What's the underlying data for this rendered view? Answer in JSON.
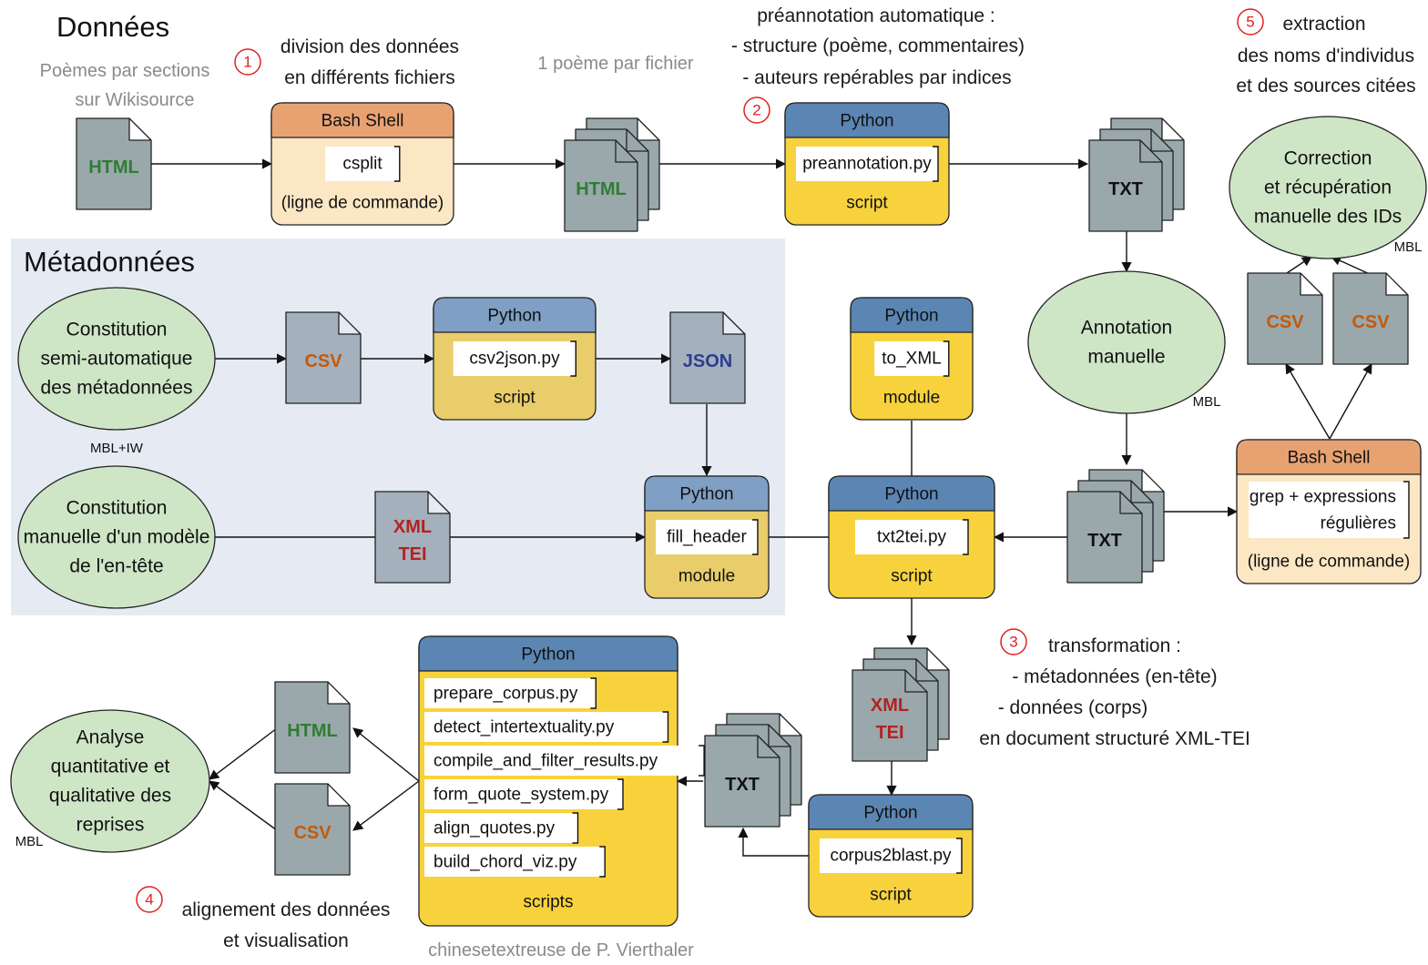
{
  "sections": {
    "donnees": "Données",
    "metadonnees": "Métadonnées"
  },
  "annotations": {
    "source": [
      "Poèmes par sections",
      "sur Wikisource"
    ],
    "step1": [
      "division des données",
      "en différents fichiers"
    ],
    "per_file": "1 poème par fichier",
    "step2": [
      "préannotation automatique :",
      "- structure (poème, commentaires)",
      "- auteurs repérables par indices"
    ],
    "step5": [
      "extraction",
      "des noms d'individus",
      "et des sources citées"
    ],
    "step3": [
      "transformation :",
      "- métadonnées (en-tête)",
      "- données (corps)",
      "en document structuré XML-TEI"
    ],
    "step4": [
      "alignement des données",
      "et visualisation"
    ],
    "credit": "chinesetextreuse de P. Vierthaler"
  },
  "step_numbers": [
    "1",
    "2",
    "3",
    "4",
    "5"
  ],
  "credits_small": {
    "mbl_iw": "MBL+IW",
    "mbl_correction": "MBL",
    "mbl_annotation": "MBL",
    "mbl_analyse": "MBL"
  },
  "files": {
    "html_source": "HTML",
    "html_split": "HTML",
    "txt_pre": "TXT",
    "csv_a": "CSV",
    "csv_b": "CSV",
    "csv_meta": "CSV",
    "json": "JSON",
    "xml_tei_model": [
      "XML",
      "TEI"
    ],
    "txt_annot": "TXT",
    "xml_tei_out": [
      "XML",
      "TEI"
    ],
    "txt_blast": "TXT",
    "html_out": "HTML",
    "csv_out": "CSV"
  },
  "tools": {
    "bash1": {
      "header": "Bash Shell",
      "command": "csplit",
      "footer": "(ligne de commande)"
    },
    "preannotation": {
      "header": "Python",
      "command": "preannotation.py",
      "footer": "script"
    },
    "csv2json": {
      "header": "Python",
      "command": "csv2json.py",
      "footer": "script"
    },
    "to_xml": {
      "header": "Python",
      "command": "to_XML",
      "footer": "module"
    },
    "fill_header": {
      "header": "Python",
      "command": "fill_header",
      "footer": "module"
    },
    "txt2tei": {
      "header": "Python",
      "command": "txt2tei.py",
      "footer": "script"
    },
    "bash2": {
      "header": "Bash Shell",
      "command": [
        "grep + expressions",
        "régulières"
      ],
      "footer": "(ligne de commande)"
    },
    "corpus2blast": {
      "header": "Python",
      "command": "corpus2blast.py",
      "footer": "script"
    },
    "scripts": {
      "header": "Python",
      "items": [
        "prepare_corpus.py",
        "detect_intertextuality.py",
        "compile_and_filter_results.py",
        "form_quote_system.py",
        "align_quotes.py",
        "build_chord_viz.py"
      ],
      "footer": "scripts"
    }
  },
  "processes": {
    "correction": [
      "Correction",
      "et récupération",
      "manuelle des IDs"
    ],
    "annotation": [
      "Annotation",
      "manuelle"
    ],
    "constitution_meta": [
      "Constitution",
      "semi-automatique",
      "des métadonnées"
    ],
    "constitution_modele": [
      "Constitution",
      "manuelle d'un modèle",
      "de l'en-tête"
    ],
    "analyse": [
      "Analyse",
      "quantitative et",
      "qualitative des",
      "reprises"
    ]
  },
  "colors": {
    "file_fill": "#9aa8ac",
    "file_fill_meta": "#a4b0bc",
    "html_text": "#2e7d32",
    "csv_text": "#c25a0a",
    "json_text": "#2b3d8f",
    "xml_text": "#b22222",
    "python_header": "#5b86b3",
    "python_body": "#f8d23c",
    "python_header_meta": "#7f9fc4",
    "python_body_meta": "#e9cd6b",
    "bash_header": "#e8a272",
    "bash_body": "#fbe7c4",
    "process_fill": "#cfe6c6",
    "meta_panel": "#e6ebf3",
    "step_number": "#e02020"
  }
}
